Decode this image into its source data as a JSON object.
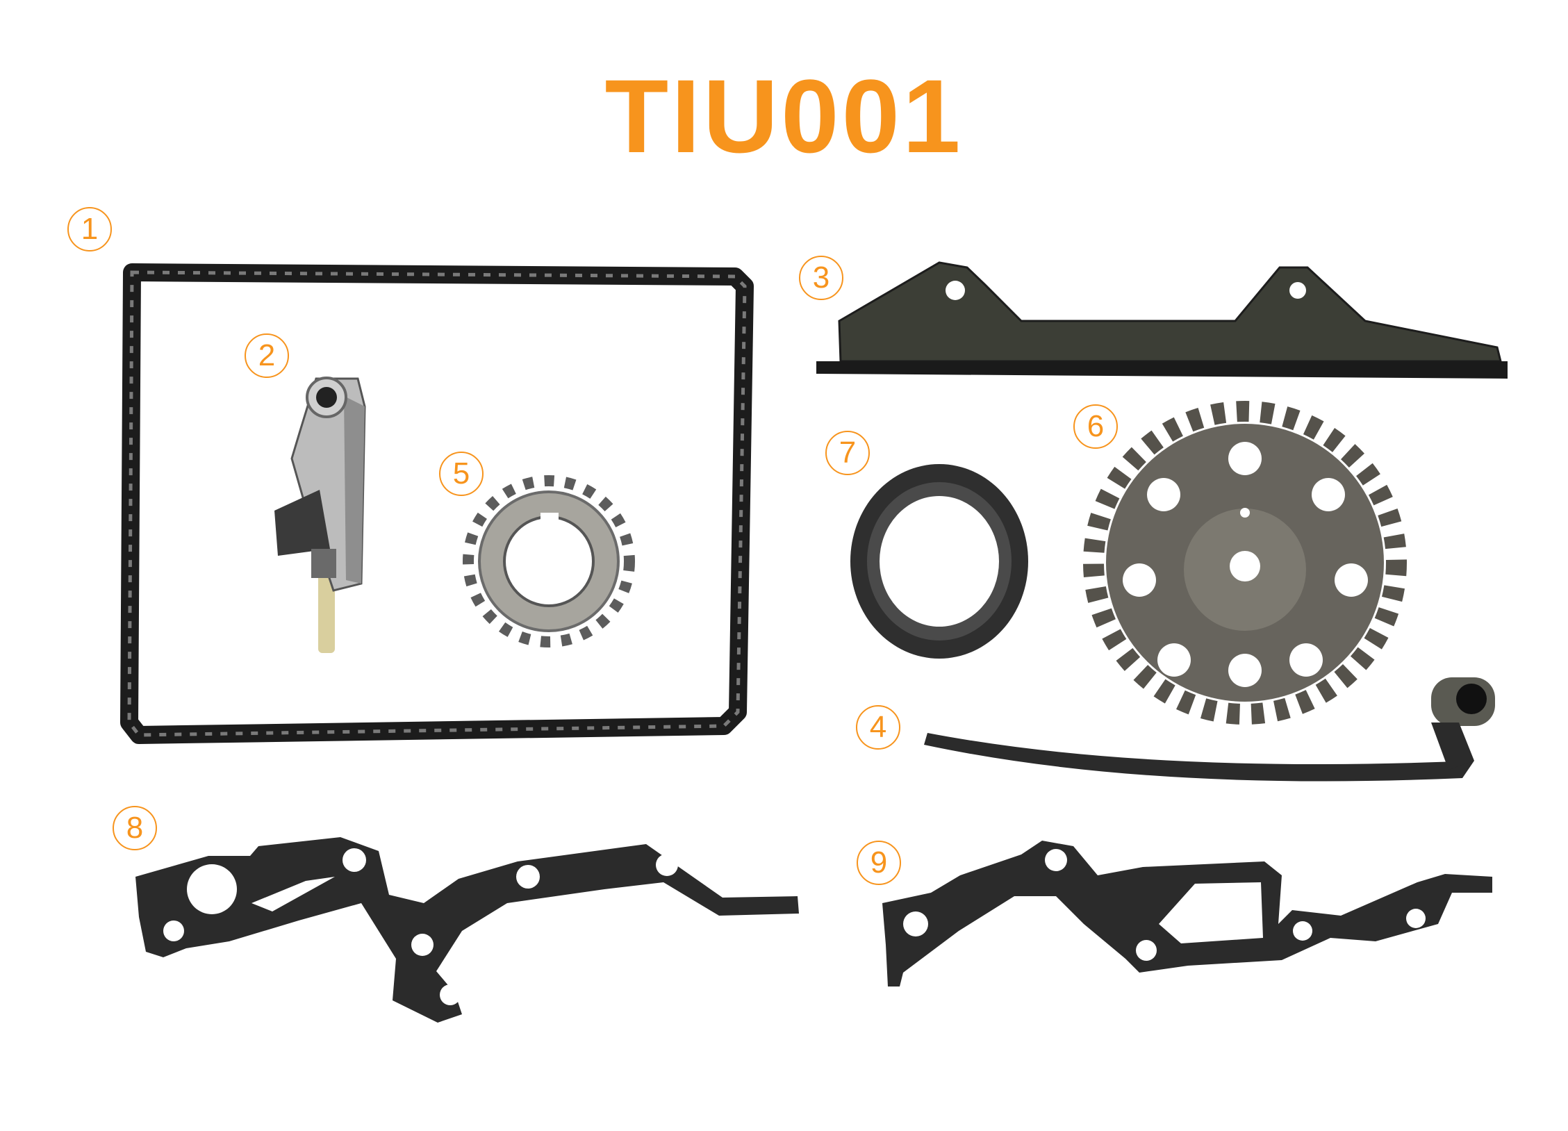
{
  "title": "TIU001",
  "colors": {
    "accent": "#F7941D",
    "part": "#2b2b2b",
    "metal": "#7d7a72",
    "steel": "#b9b7ae"
  },
  "badges": [
    {
      "num": "1",
      "part": "timing-chain"
    },
    {
      "num": "2",
      "part": "chain-tensioner"
    },
    {
      "num": "3",
      "part": "chain-guide"
    },
    {
      "num": "4",
      "part": "tensioner-rail"
    },
    {
      "num": "5",
      "part": "crankshaft-sprocket"
    },
    {
      "num": "6",
      "part": "camshaft-sprocket"
    },
    {
      "num": "7",
      "part": "oil-seal"
    },
    {
      "num": "8",
      "part": "gasket"
    },
    {
      "num": "9",
      "part": "gasket"
    }
  ]
}
